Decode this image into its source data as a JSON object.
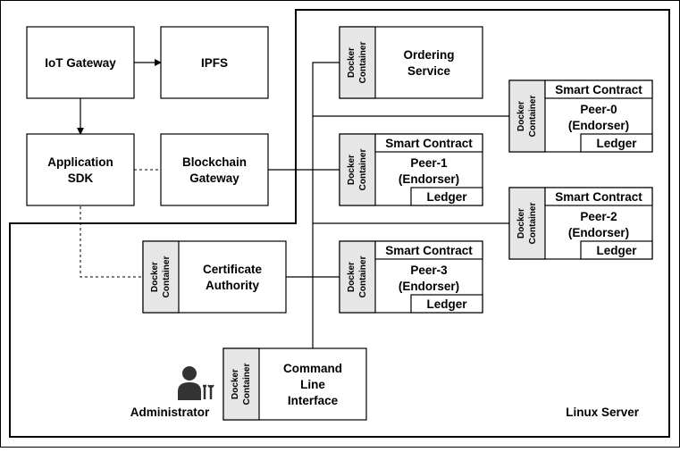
{
  "region_label": "Linux Server",
  "docker_label": [
    "Docker",
    "Container"
  ],
  "nodes": {
    "iot_gateway": "IoT Gateway",
    "ipfs": "IPFS",
    "application_sdk": [
      "Application",
      "SDK"
    ],
    "blockchain_gateway": [
      "Blockchain",
      "Gateway"
    ],
    "ordering_service": [
      "Ordering",
      "Service"
    ],
    "certificate_authority": [
      "Certificate",
      "Authority"
    ],
    "command_line_interface": [
      "Command",
      "Line",
      "Interface"
    ],
    "administrator": "Administrator"
  },
  "peers": [
    {
      "name": "Peer-0",
      "role": "(Endorser)",
      "contract": "Smart Contract",
      "ledger": "Ledger"
    },
    {
      "name": "Peer-1",
      "role": "(Endorser)",
      "contract": "Smart Contract",
      "ledger": "Ledger"
    },
    {
      "name": "Peer-2",
      "role": "(Endorser)",
      "contract": "Smart Contract",
      "ledger": "Ledger"
    },
    {
      "name": "Peer-3",
      "role": "(Endorser)",
      "contract": "Smart Contract",
      "ledger": "Ledger"
    }
  ]
}
